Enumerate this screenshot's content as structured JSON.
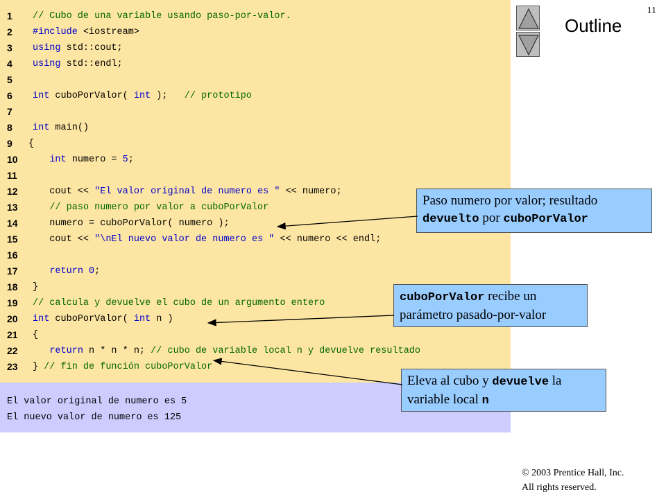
{
  "page_number": "11",
  "outline_title": "Outline",
  "nav": {
    "up_icon": "triangle-up-icon",
    "down_icon": "triangle-down-icon"
  },
  "code": [
    {
      "n": "1",
      "tokens": [
        {
          "t": "// Cubo de una variable usando paso-por-valor.",
          "k": "comment"
        }
      ]
    },
    {
      "n": "2",
      "tokens": [
        {
          "t": "#include ",
          "k": "directive"
        },
        {
          "t": "<iostream>",
          "k": "plain"
        }
      ]
    },
    {
      "n": "3",
      "tokens": [
        {
          "t": "using",
          "k": "keyword"
        },
        {
          "t": " std::cout;",
          "k": "plain"
        }
      ]
    },
    {
      "n": "4",
      "tokens": [
        {
          "t": "using",
          "k": "keyword"
        },
        {
          "t": " std::endl;",
          "k": "plain"
        }
      ]
    },
    {
      "n": "5",
      "tokens": []
    },
    {
      "n": "6",
      "tokens": [
        {
          "t": "int",
          "k": "keyword"
        },
        {
          "t": " cuboPorValor( ",
          "k": "plain"
        },
        {
          "t": "int",
          "k": "keyword"
        },
        {
          "t": " );   ",
          "k": "plain"
        },
        {
          "t": "// prototipo",
          "k": "comment"
        }
      ]
    },
    {
      "n": "7",
      "tokens": []
    },
    {
      "n": "8",
      "tokens": [
        {
          "t": "int",
          "k": "keyword"
        },
        {
          "t": " main()",
          "k": "plain"
        }
      ]
    },
    {
      "n": "9",
      "tokens": [
        {
          "t": "{",
          "k": "plain"
        }
      ],
      "shift": -6
    },
    {
      "n": "10",
      "tokens": [
        {
          "t": "   ",
          "k": "plain"
        },
        {
          "t": "int",
          "k": "keyword"
        },
        {
          "t": " numero = ",
          "k": "plain"
        },
        {
          "t": "5",
          "k": "number"
        },
        {
          "t": ";",
          "k": "plain"
        }
      ]
    },
    {
      "n": "11",
      "tokens": []
    },
    {
      "n": "12",
      "tokens": [
        {
          "t": "   cout << ",
          "k": "plain"
        },
        {
          "t": "\"El valor original de numero es \"",
          "k": "string"
        },
        {
          "t": " << numero;",
          "k": "plain"
        }
      ]
    },
    {
      "n": "13",
      "tokens": [
        {
          "t": "   ",
          "k": "plain"
        },
        {
          "t": "// paso numero por valor a cuboPorValor",
          "k": "comment"
        }
      ]
    },
    {
      "n": "14",
      "tokens": [
        {
          "t": "   numero = cuboPorValor( numero );",
          "k": "plain"
        }
      ]
    },
    {
      "n": "15",
      "tokens": [
        {
          "t": "   cout << ",
          "k": "plain"
        },
        {
          "t": "\"\\nEl nuevo valor de numero es \"",
          "k": "string"
        },
        {
          "t": " << numero << endl;",
          "k": "plain"
        }
      ]
    },
    {
      "n": "16",
      "tokens": []
    },
    {
      "n": "17",
      "tokens": [
        {
          "t": "   ",
          "k": "plain"
        },
        {
          "t": "return",
          "k": "keyword"
        },
        {
          "t": " ",
          "k": "plain"
        },
        {
          "t": "0",
          "k": "number"
        },
        {
          "t": ";",
          "k": "plain"
        }
      ]
    },
    {
      "n": "18",
      "tokens": [
        {
          "t": "}",
          "k": "plain"
        }
      ]
    },
    {
      "n": "19",
      "tokens": [
        {
          "t": "// calcula y devuelve el cubo de un argumento entero",
          "k": "comment"
        }
      ]
    },
    {
      "n": "20",
      "tokens": [
        {
          "t": "int",
          "k": "keyword"
        },
        {
          "t": " cuboPorValor( ",
          "k": "plain"
        },
        {
          "t": "int",
          "k": "keyword"
        },
        {
          "t": " n )",
          "k": "plain"
        }
      ]
    },
    {
      "n": "21",
      "tokens": [
        {
          "t": "{",
          "k": "plain"
        }
      ]
    },
    {
      "n": "22",
      "tokens": [
        {
          "t": "   ",
          "k": "plain"
        },
        {
          "t": "return",
          "k": "keyword"
        },
        {
          "t": " n * n * n; ",
          "k": "plain"
        },
        {
          "t": "// cubo de variable local n y devuelve resultado",
          "k": "comment"
        }
      ]
    },
    {
      "n": "23",
      "tokens": [
        {
          "t": "} ",
          "k": "plain"
        },
        {
          "t": "// fin de función cuboPorValor",
          "k": "comment"
        }
      ]
    }
  ],
  "output": [
    "El valor original de numero es 5",
    "El nuevo valor de numero es 125"
  ],
  "callouts": {
    "c1": {
      "line1": "Paso numero por valor; resultado",
      "mono1": "devuelto",
      "rest1": " por ",
      "mono2": "cuboPorValor"
    },
    "c2": {
      "mono1": "cuboPorValor",
      "rest1": " recibe un",
      "line2": "parámetro pasado-por-valor"
    },
    "c3": {
      "rest1": "Eleva al cubo y ",
      "mono1": "devuelve",
      "rest2": " la",
      "line2": "variable local ",
      "mono2": "n"
    }
  },
  "copyright": {
    "line1": "© 2003 Prentice Hall, Inc.",
    "line2": "All rights reserved."
  },
  "colors": {
    "code_bg": "#fde6a3",
    "output_bg": "#ccccff",
    "callout_bg": "#99ccff",
    "comment": "#006600",
    "keyword": "#0000cc"
  }
}
